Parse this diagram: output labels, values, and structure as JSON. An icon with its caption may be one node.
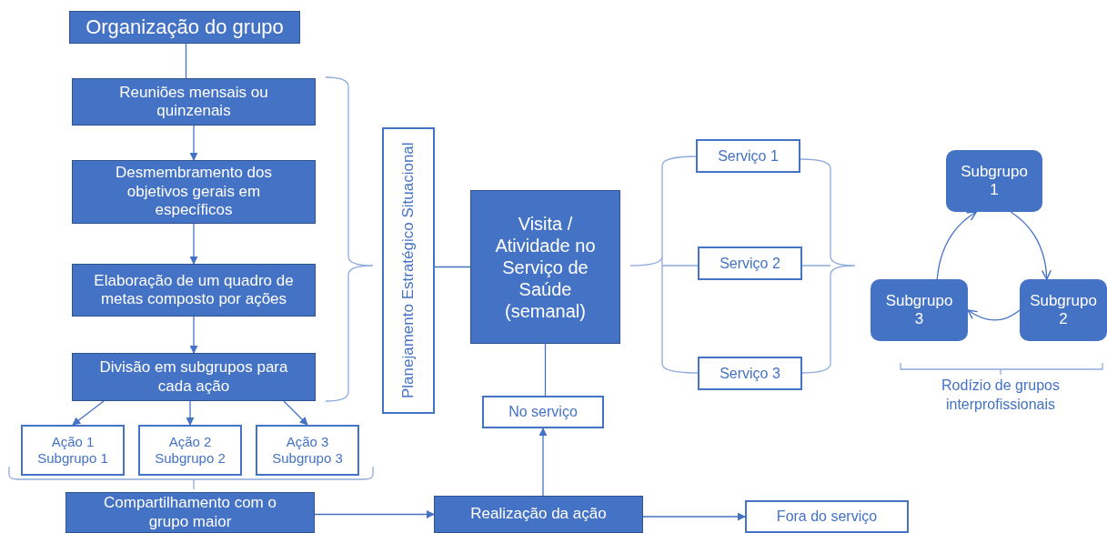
{
  "diagram": {
    "nodes": [
      {
        "text": [
          "Organização do grupo"
        ]
      },
      {
        "text": [
          "Reuniões mensais ou quinzenais"
        ]
      },
      {
        "text": [
          "Desmembramento dos objetivos gerais em específicos"
        ]
      },
      {
        "text": [
          "Elaboração de um quadro de metas composto por ações"
        ]
      },
      {
        "text": [
          "Divisão em subgrupos para cada ação"
        ]
      },
      {
        "text": [
          "Ação 1 Subgrupo 1"
        ]
      },
      {
        "text": [
          "Ação 2 Subgrupo 2"
        ]
      },
      {
        "text": [
          "Ação 3 Subgrupo 3"
        ]
      },
      {
        "text": [
          "Compartilhamento com o grupo maior"
        ]
      },
      {
        "text": [
          "Planejamento Estratégico Situacional"
        ]
      },
      {
        "text": [
          "Visita / Atividade no Serviço de Saúde (semanal)"
        ]
      },
      {
        "text": [
          "Serviço 1"
        ]
      },
      {
        "text": [
          "Serviço 2"
        ]
      },
      {
        "text": [
          "Serviço 3"
        ]
      },
      {
        "text": [
          "Subgrupo 1"
        ]
      },
      {
        "text": [
          "Subgrupo 2"
        ]
      },
      {
        "text": [
          "Subgrupo 3"
        ]
      },
      {
        "text": [
          "No serviço"
        ]
      },
      {
        "text": [
          "Realização da ação"
        ]
      },
      {
        "text": [
          "Fora do serviço"
        ]
      }
    ],
    "edges": [
      {
        "from": 0,
        "to": 1,
        "arrow": "none"
      },
      {
        "from": 1,
        "to": 2,
        "arrow": "to"
      },
      {
        "from": 2,
        "to": 3,
        "arrow": "to"
      },
      {
        "from": 3,
        "to": 4,
        "arrow": "to"
      },
      {
        "from": 4,
        "to": 5,
        "arrow": "to"
      },
      {
        "from": 4,
        "to": 6,
        "arrow": "to"
      },
      {
        "from": 4,
        "to": 7,
        "arrow": "to"
      },
      {
        "from": 8,
        "to": 18,
        "arrow": "to"
      },
      {
        "from": 9,
        "to": 10,
        "arrow": "none"
      },
      {
        "from": 18,
        "to": 17,
        "arrow": "to"
      },
      {
        "from": 17,
        "to": 10,
        "arrow": "none"
      },
      {
        "from": 18,
        "to": 19,
        "arrow": "to"
      },
      {
        "from": 14,
        "to": 15,
        "arrow": "to"
      },
      {
        "from": 15,
        "to": 16,
        "arrow": "to"
      },
      {
        "from": 16,
        "to": 14,
        "arrow": "to"
      }
    ],
    "labels": [
      "Rodízio de grupos interprofissionais"
    ]
  }
}
